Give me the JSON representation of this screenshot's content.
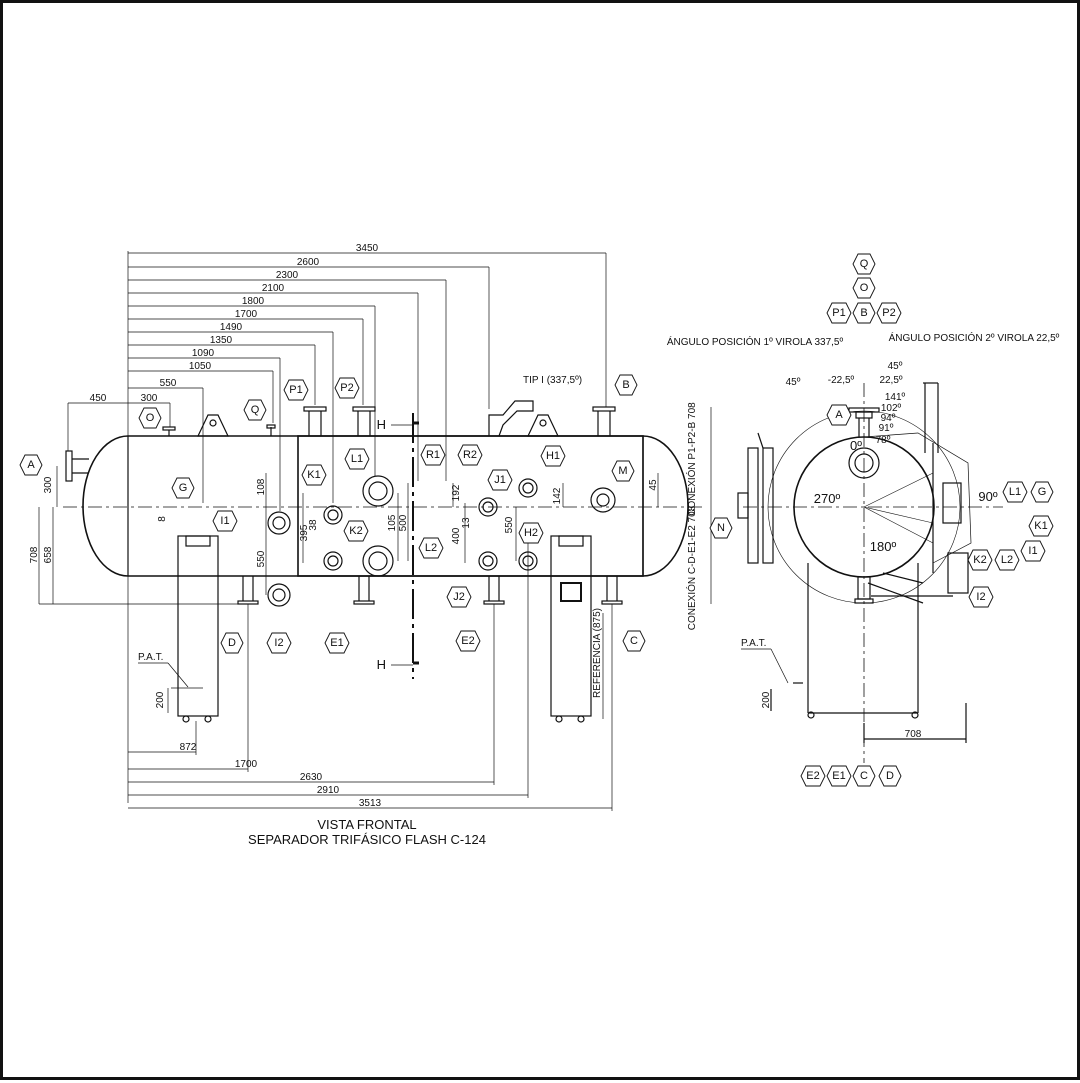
{
  "front_view": {
    "title": "VISTA FRONTAL",
    "subtitle": "SEPARADOR TRIFÁSICO FLASH C-124",
    "top_dims": [
      "3450",
      "2600",
      "2300",
      "2100",
      "1800",
      "1700",
      "1490",
      "1350",
      "1090",
      "1050",
      "550",
      "450",
      "300"
    ],
    "bottom_dims": [
      "872",
      "1700",
      "2630",
      "2910",
      "3513"
    ],
    "vertical_dims": [
      "300",
      "708",
      "658",
      "8",
      "108",
      "550",
      "395",
      "38",
      "105",
      "500",
      "192",
      "13",
      "400",
      "550",
      "142",
      "45",
      "200"
    ],
    "notes": {
      "tip": "TIP I (337,5º)",
      "pat": "P.A.T.",
      "ref": "REFERENCIA (875)",
      "conn_top": "CONEXIÓN P1-P2-B 708",
      "conn_bottom": "CONEXIÓN C-D-E1-E2 708",
      "h": "H"
    },
    "tags": [
      "A",
      "O",
      "Q",
      "P1",
      "P2",
      "B",
      "G",
      "I1",
      "K1",
      "L1",
      "K2",
      "L2",
      "R1",
      "R2",
      "J1",
      "H1",
      "H2",
      "M",
      "N",
      "J2",
      "D",
      "I2",
      "E1",
      "E2",
      "C"
    ]
  },
  "side_view": {
    "angle_note_1": "ÁNGULO POSICIÓN 1º VIROLA 337,5º",
    "angle_note_2": "ÁNGULO POSICIÓN 2º VIROLA 22,5º",
    "angles": [
      "0º",
      "90º",
      "180º",
      "270º"
    ],
    "small_angles": [
      "45º",
      "-22,5º",
      "22,5º",
      "45º",
      "141º",
      "102º",
      "94º",
      "91º",
      "78º"
    ],
    "pat": "P.A.T.",
    "dims": [
      "200",
      "708"
    ],
    "tags_top": [
      "Q",
      "O",
      "P1",
      "B",
      "P2"
    ],
    "tags_right": [
      "L1",
      "G",
      "K1",
      "I1",
      "K2",
      "L2",
      "I2"
    ],
    "tags_bottom": [
      "E2",
      "E1",
      "C",
      "D"
    ],
    "tag_a": "A"
  }
}
